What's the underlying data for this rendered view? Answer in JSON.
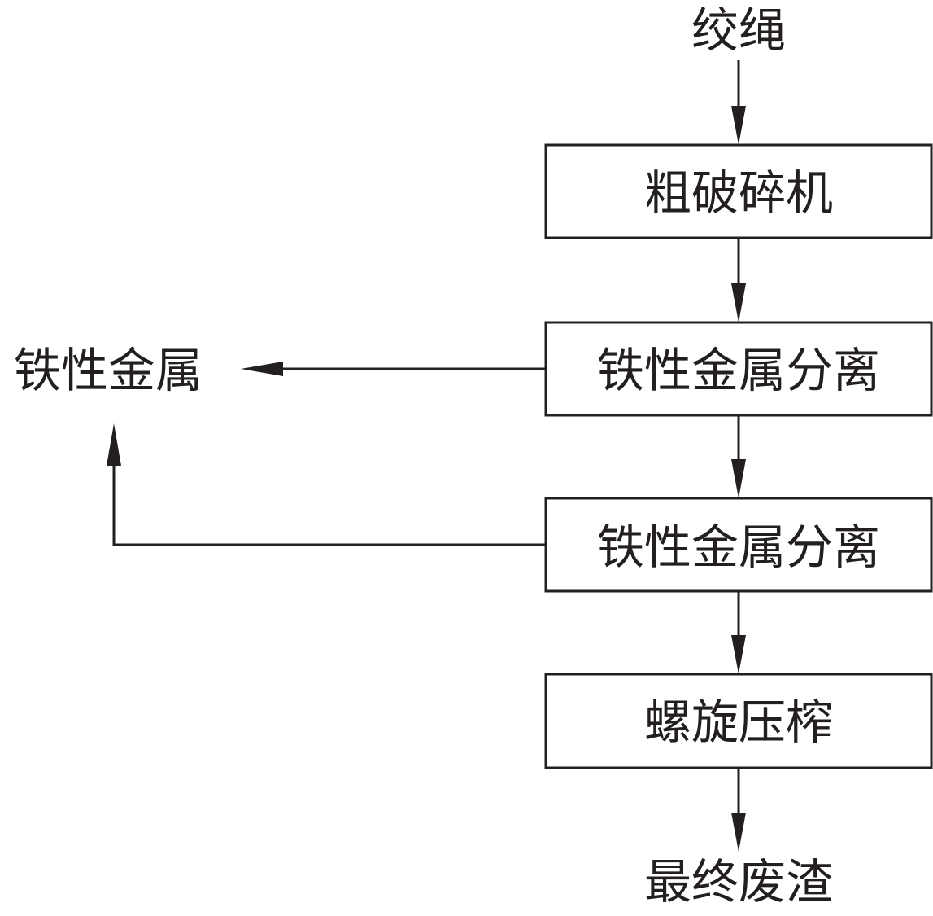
{
  "nodes": {
    "input": "绞绳",
    "crusher": "粗破碎机",
    "separator_1": "铁性金属分离",
    "separator_2": "铁性金属分离",
    "screw_press": "螺旋压榨",
    "final_residue": "最终废渣",
    "ferrous_metal": "铁性金属"
  },
  "colors": {
    "ink": "#231f20",
    "background": "#ffffff"
  }
}
